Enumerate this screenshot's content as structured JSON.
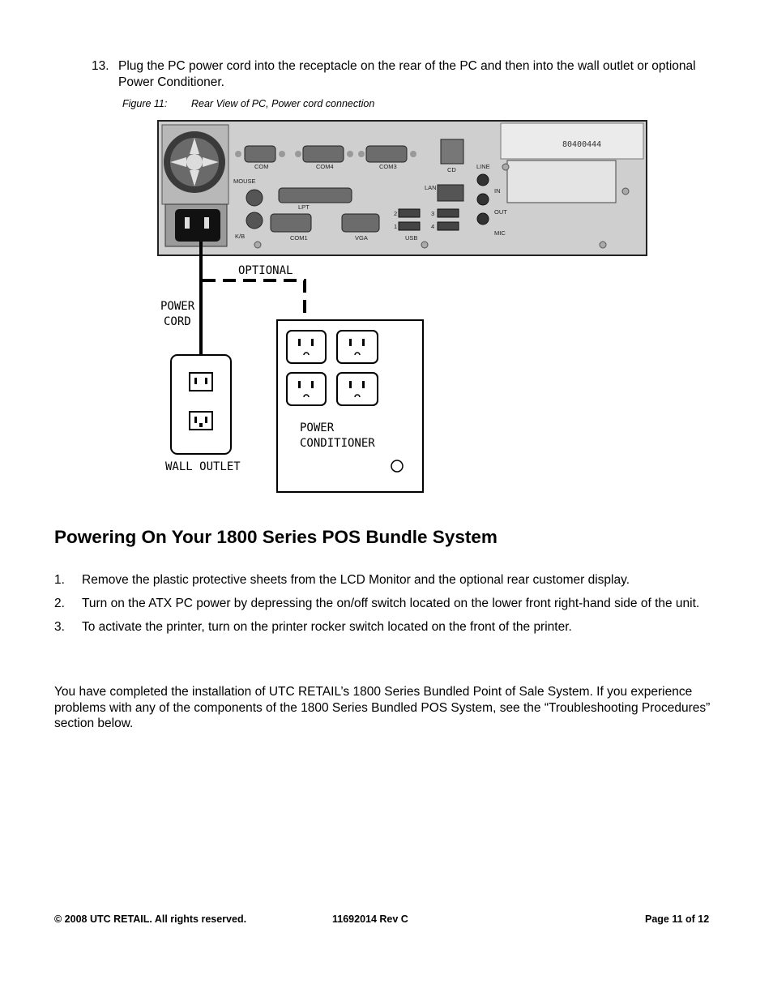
{
  "step13": {
    "number": "13.",
    "text": "Plug the PC power cord into the receptacle on the rear of the PC and then into the wall outlet or optional Power Conditioner."
  },
  "figure": {
    "label": "Figure 11:",
    "title": "Rear View of PC, Power cord connection",
    "pc_ports": {
      "com": "COM",
      "com4": "COM4",
      "com3": "COM3",
      "cd": "CD",
      "mouse": "MOUSE",
      "lpt": "LPT",
      "lan": "LAN",
      "kb": "K/B",
      "com1": "COM1",
      "vga": "VGA",
      "usb": "USB",
      "usb_nums": [
        "2",
        "1",
        "3",
        "4"
      ],
      "line": "LINE",
      "in": "IN",
      "out": "OUT",
      "mic": "MIC",
      "serial_stamp": "80400444"
    },
    "optional_label": "OPTIONAL",
    "power_cord_label": [
      "POWER",
      "CORD"
    ],
    "wall_outlet_label": "WALL OUTLET",
    "power_conditioner_label": [
      "POWER",
      "CONDITIONER"
    ]
  },
  "section": {
    "heading": "Powering On Your 1800 Series POS Bundle System",
    "steps": [
      {
        "n": "1.",
        "text": "Remove the plastic protective sheets from the LCD Monitor and the optional rear customer display."
      },
      {
        "n": "2.",
        "text": "Turn on the ATX PC power by depressing the on/off switch located on the lower front right-hand side of the unit."
      },
      {
        "n": "3.",
        "text": "To activate the printer, turn on the printer rocker switch located on the front of the printer."
      }
    ],
    "paragraph": "You have completed the installation of UTC RETAIL’s 1800 Series Bundled Point of Sale System. If you experience problems with any of the components of the 1800 Series Bundled POS System, see the “Troubleshooting Procedures” section below."
  },
  "footer": {
    "copyright": "© 2008 UTC RETAIL. All rights reserved.",
    "doc_number": "11692014 Rev C",
    "page": "Page 11 of 12"
  }
}
